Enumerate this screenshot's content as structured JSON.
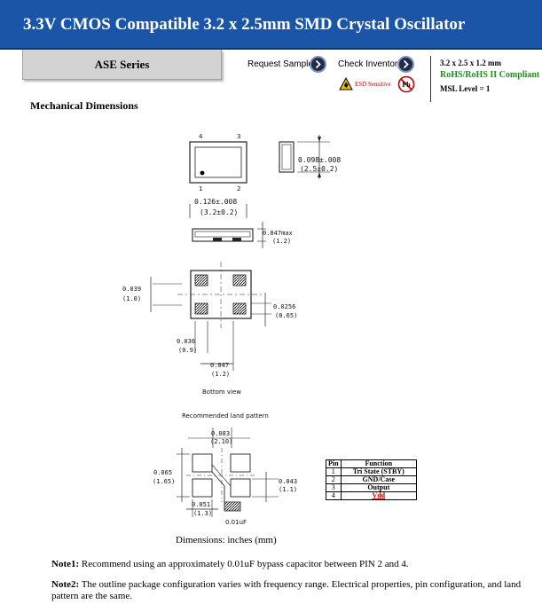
{
  "header": {
    "title": "3.3V CMOS Compatible 3.2 x 2.5mm SMD Crystal Oscillator"
  },
  "series": {
    "label": "ASE Series"
  },
  "links": {
    "request_samples": "Request Samples",
    "check_inventory": "Check Inventory",
    "esd": "ESD Sensitive",
    "pb": "Pb"
  },
  "specs": {
    "size": "3.2 x 2.5 x 1.2 mm",
    "rohs": "RoHS/RoHS II Compliant",
    "msl": "MSL Level = 1"
  },
  "section": {
    "title": "Mechanical Dimensions"
  },
  "drawing": {
    "pin_labels": [
      "4",
      "3",
      "1",
      "2"
    ],
    "top_height_1": "0.098±.008",
    "top_height_2": "(2.5±0.2)",
    "top_width_1": "0.126±.008",
    "top_width_2": "(3.2±0.2)",
    "side_height_1": "0.047max",
    "side_height_2": "(1.2)",
    "bottom_left_1": "0.039",
    "bottom_left_2": "(1.0)",
    "bottom_right_1": "0.0256",
    "bottom_right_2": "(0.65)",
    "bottom_lower_1": "0.036",
    "bottom_lower_2": "(0.9)",
    "bottom_pitch_1": "0.047",
    "bottom_pitch_2": "(1.2)",
    "bottom_view": "Bottom view",
    "land_title": "Recommended land pattern",
    "land_top_1": "0.083",
    "land_top_2": "(2.10)",
    "land_left_1": "0.065",
    "land_left_2": "(1.65)",
    "land_right_1": "0.043",
    "land_right_2": "(1.1)",
    "land_bottom_1": "0.051",
    "land_bottom_2": "(1.3)",
    "capacitor": "0.01uF"
  },
  "pin_table": {
    "headers": [
      "Pin",
      "Function"
    ],
    "rows": [
      {
        "pin": "1",
        "function": "Tri State (STBY)"
      },
      {
        "pin": "2",
        "function": "GND/Case"
      },
      {
        "pin": "3",
        "function": "Output"
      },
      {
        "pin": "4",
        "function": "Vdd"
      }
    ]
  },
  "caption": "Dimensions: inches (mm)",
  "notes": [
    {
      "label": "Note1:",
      "text": " Recommend using an approximately 0.01uF bypass capacitor between PIN 2 and 4."
    },
    {
      "label": "Note2:",
      "text": " The outline package configuration varies with frequency range. Electrical properties, pin configuration, and land pattern are the same."
    }
  ],
  "colors": {
    "header_bg": "#1a55a8",
    "rohs_green": "#2a8a2a",
    "esd_red": "#c00000"
  }
}
